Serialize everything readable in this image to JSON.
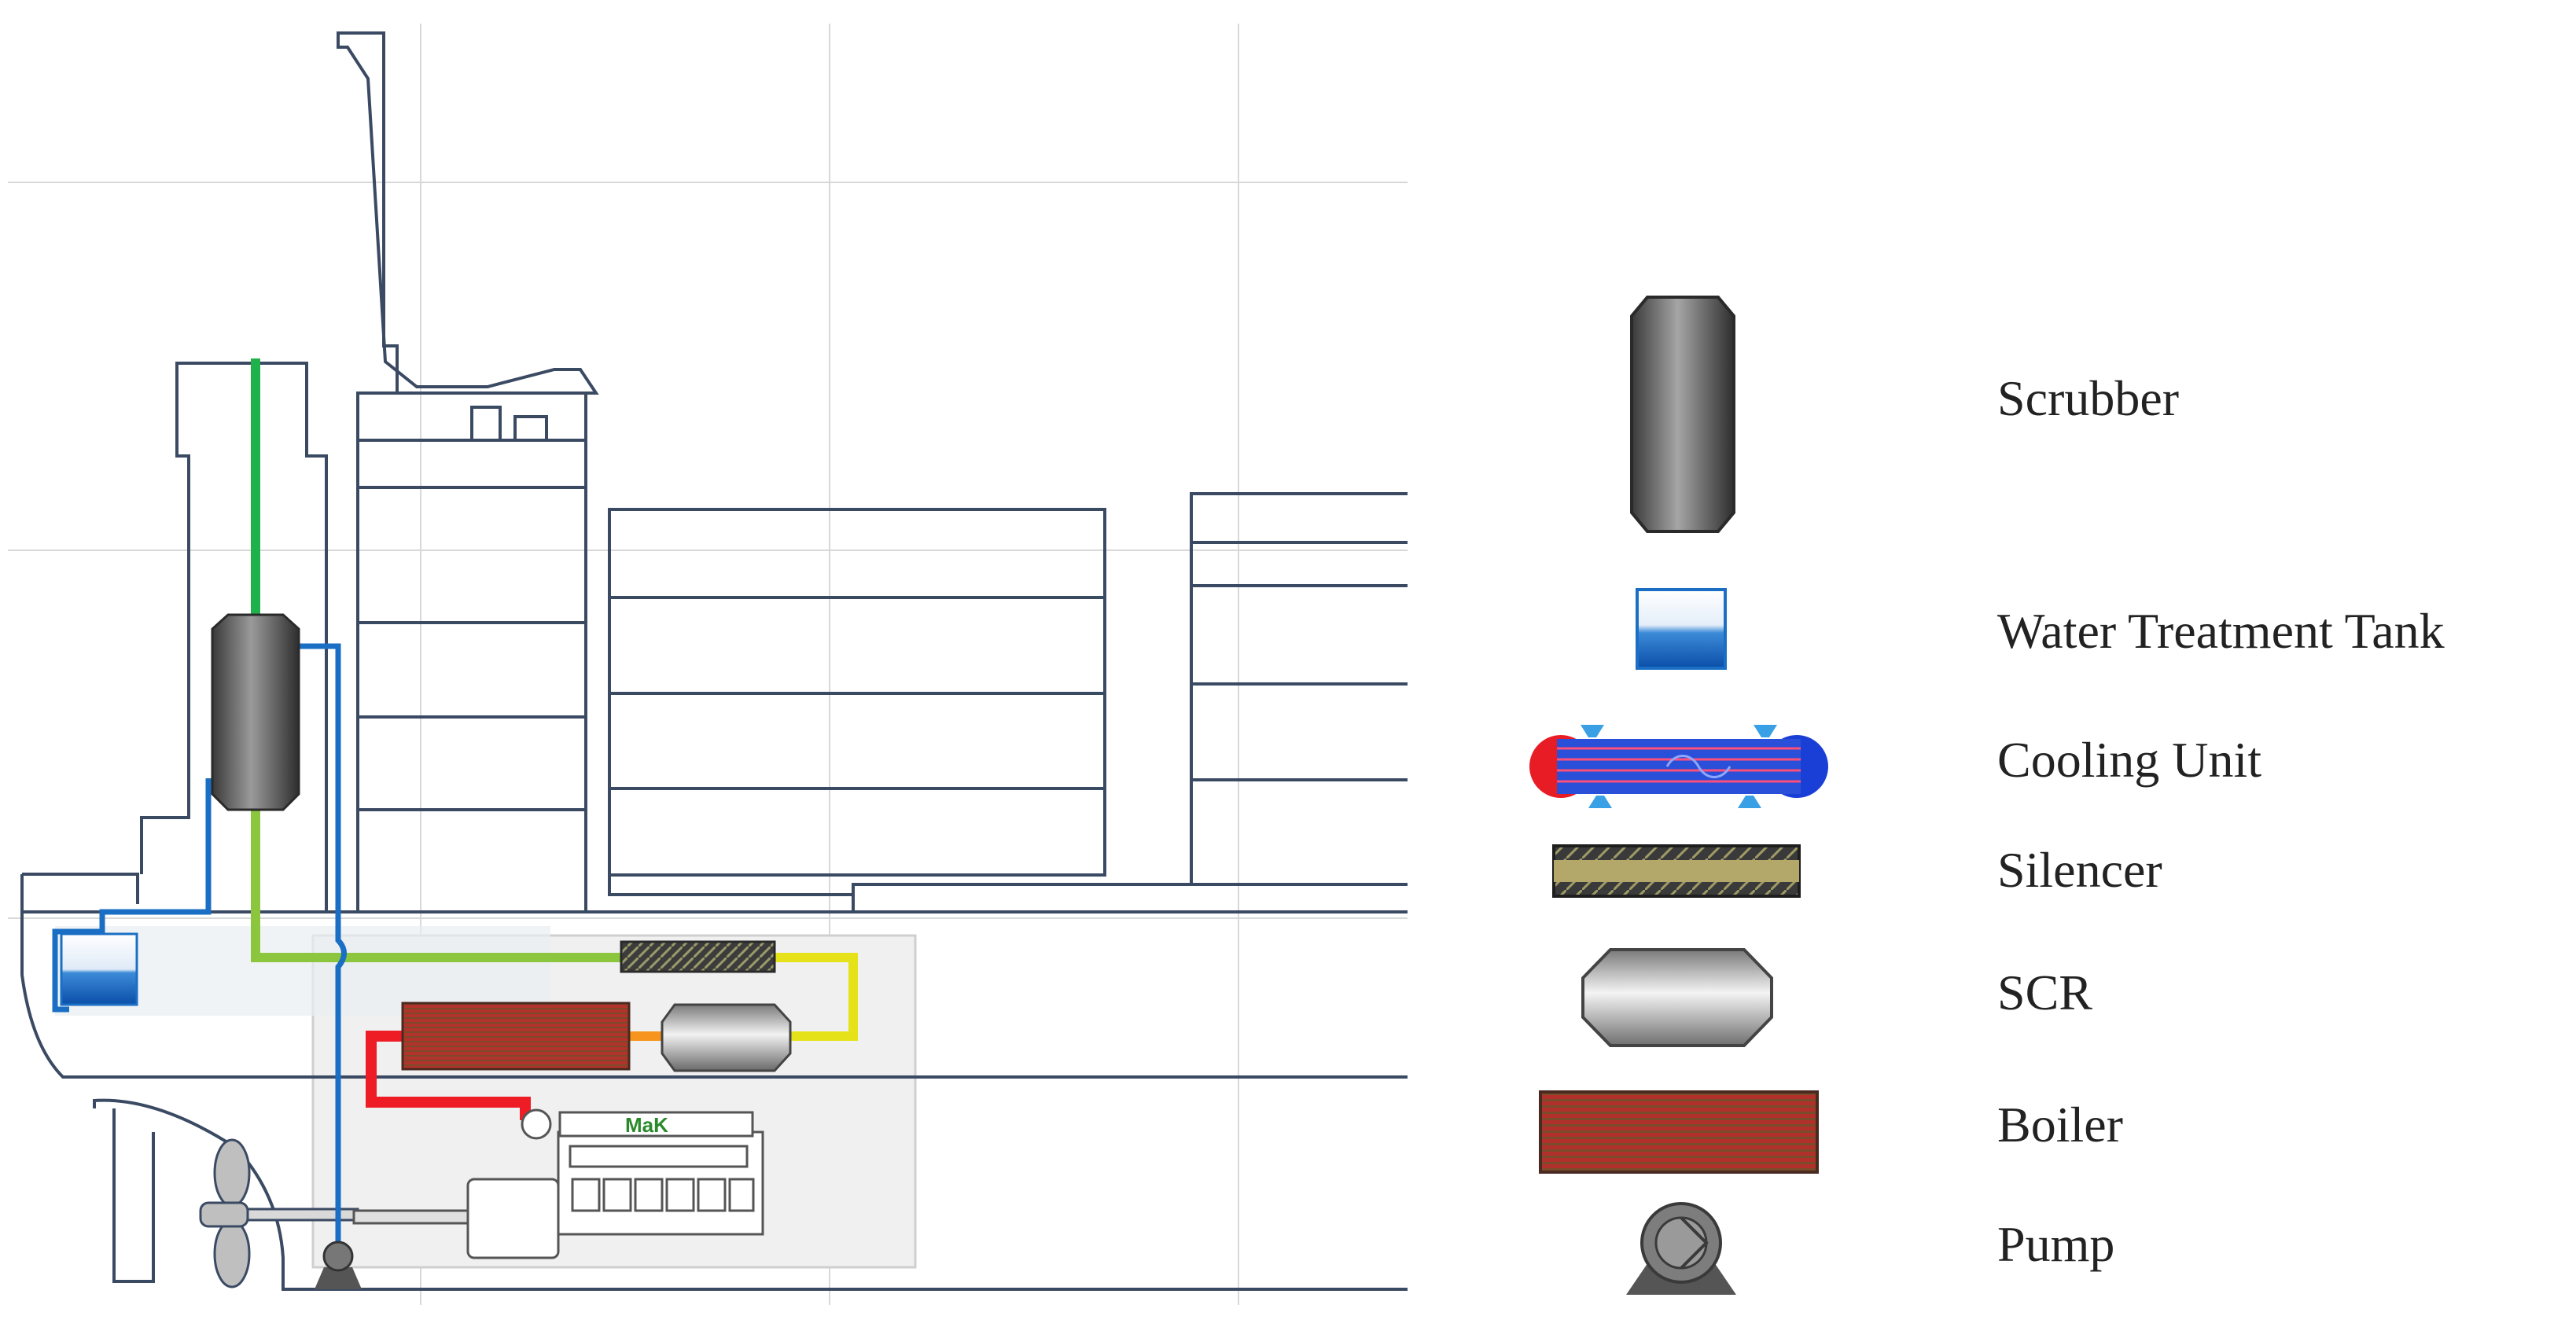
{
  "legend": {
    "items": [
      {
        "key": "scrubber",
        "label": "Scrubber"
      },
      {
        "key": "water_treatment_tank",
        "label": "Water Treatment Tank"
      },
      {
        "key": "cooling_unit",
        "label": "Cooling Unit"
      },
      {
        "key": "silencer",
        "label": "Silencer"
      },
      {
        "key": "scr",
        "label": "SCR"
      },
      {
        "key": "boiler",
        "label": "Boiler"
      },
      {
        "key": "pump",
        "label": "Pump"
      }
    ]
  },
  "engine": {
    "brand_text": "MaK"
  },
  "colors": {
    "hull_outline": "#3b4a63",
    "grid": "#d8d8d8",
    "exhaust_to_stack": "#1fb24a",
    "exhaust_after_scrubber": "#8cc63f",
    "exhaust_after_scr": "#e6e21a",
    "exhaust_boiler_feed": "#ee1c25",
    "scr_to_boiler": "#f7941d",
    "water_line": "#1a6fc4",
    "engine_room_fill": "#f3f3f3"
  }
}
